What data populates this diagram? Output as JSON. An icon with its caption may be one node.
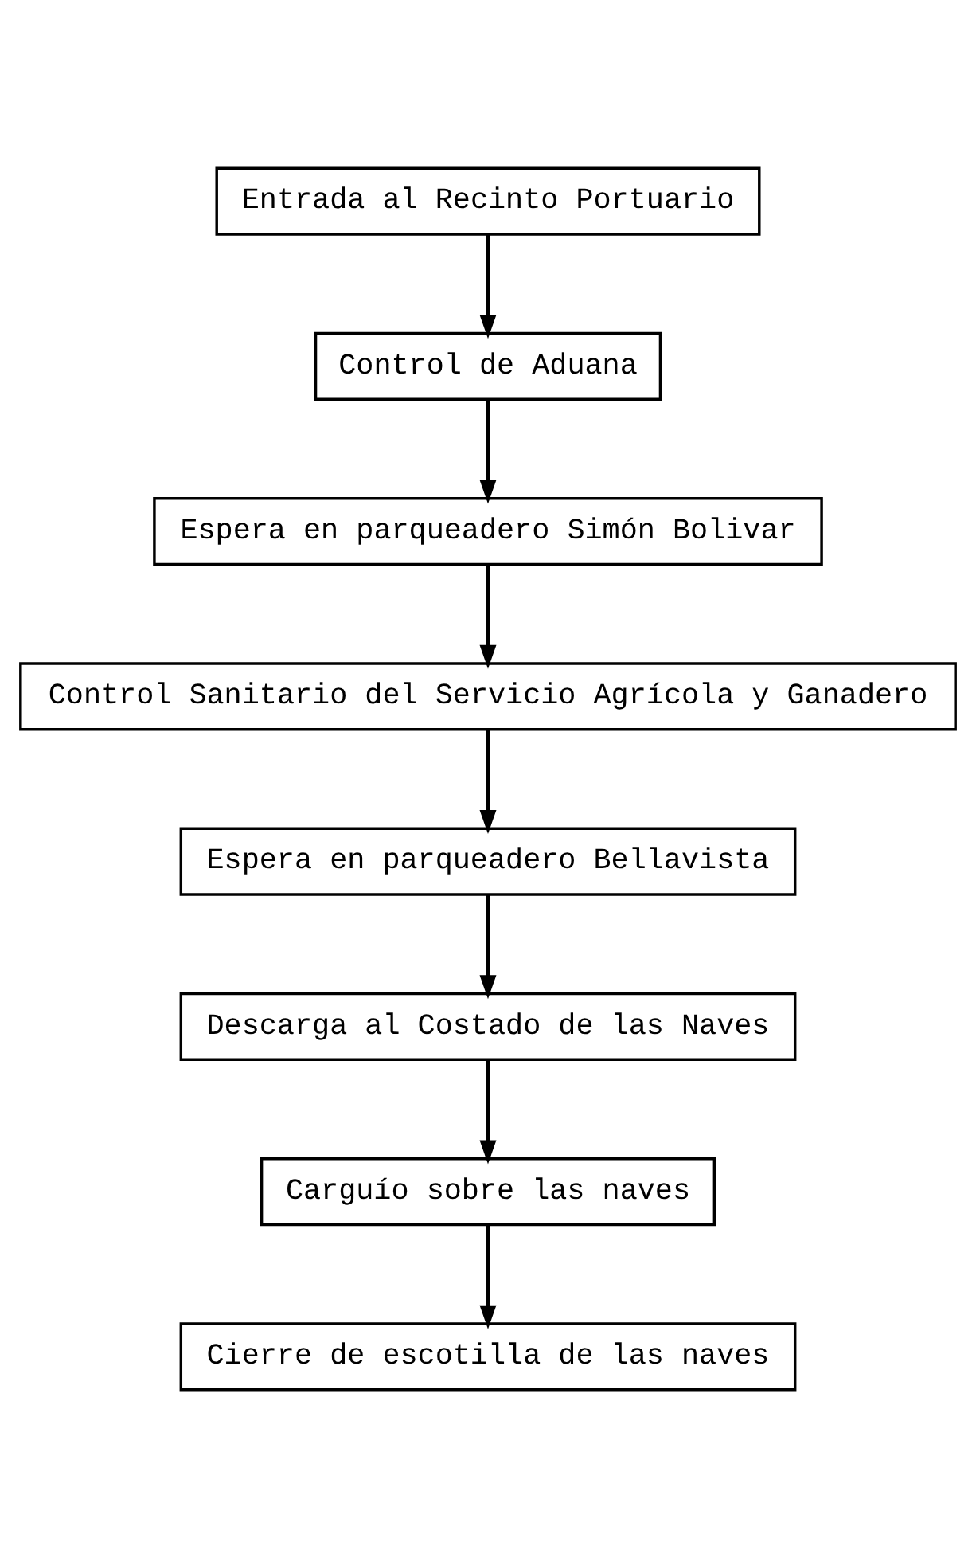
{
  "diagram": {
    "nodes": [
      {
        "text": [
          "Entrada al Recinto Portuario"
        ]
      },
      {
        "text": [
          "Control de Aduana"
        ]
      },
      {
        "text": [
          "Espera en parqueadero Simón Bolivar"
        ]
      },
      {
        "text": [
          "Control Sanitario del Servicio Agrícola y Ganadero"
        ]
      },
      {
        "text": [
          "Espera en parqueadero Bellavista"
        ]
      },
      {
        "text": [
          "Descarga al Costado de las Naves"
        ]
      },
      {
        "text": [
          "Carguío sobre las naves"
        ]
      },
      {
        "text": [
          "Cierre de escotilla de las naves"
        ]
      }
    ],
    "edges": [
      {
        "from": 0,
        "to": 1,
        "arrow": "to"
      },
      {
        "from": 1,
        "to": 2,
        "arrow": "to"
      },
      {
        "from": 2,
        "to": 3,
        "arrow": "to"
      },
      {
        "from": 3,
        "to": 4,
        "arrow": "to"
      },
      {
        "from": 4,
        "to": 5,
        "arrow": "to"
      },
      {
        "from": 5,
        "to": 6,
        "arrow": "to"
      },
      {
        "from": 6,
        "to": 7,
        "arrow": "to"
      }
    ]
  }
}
